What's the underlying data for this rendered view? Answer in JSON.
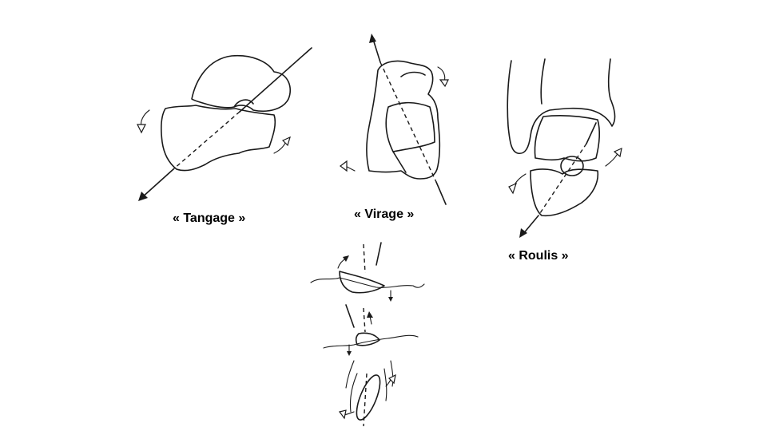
{
  "captions": {
    "tangage": "« Tangage »",
    "virage": "« Virage »",
    "roulis": "« Roulis »"
  },
  "colors": {
    "background": "#ffffff",
    "ink": "#1a1a1a"
  }
}
